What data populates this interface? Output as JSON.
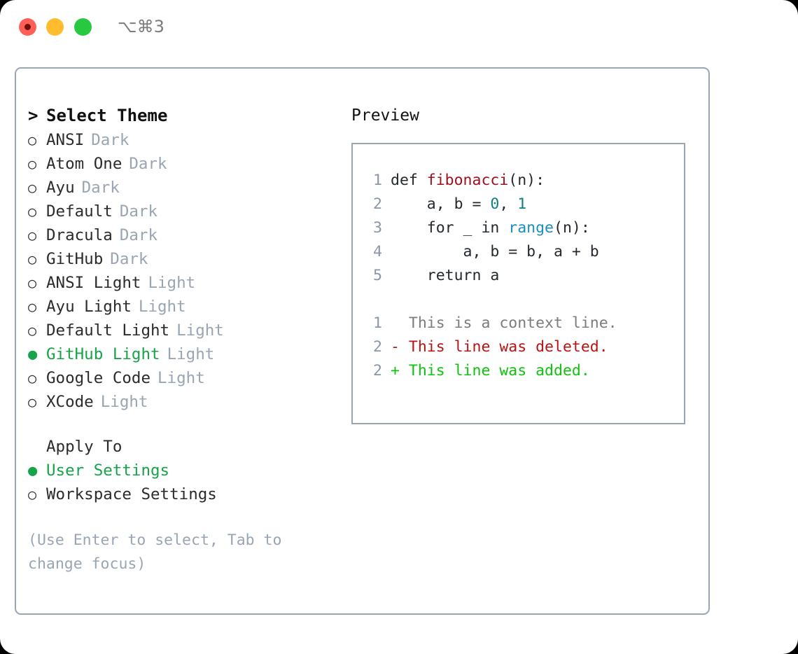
{
  "window": {
    "title": "⌥⌘3",
    "traffic_lights": [
      {
        "name": "close",
        "color": "#ff5f57"
      },
      {
        "name": "minimize",
        "color": "#febc2e"
      },
      {
        "name": "maximize",
        "color": "#28c840"
      }
    ]
  },
  "theme_picker": {
    "heading": "Select Theme",
    "heading_prefix": ">",
    "marker_selected": "●",
    "marker_unselected": "○",
    "selected_color": "#16a34a",
    "items": [
      {
        "name": "ANSI",
        "appearance": "Dark",
        "selected": false
      },
      {
        "name": "Atom One",
        "appearance": "Dark",
        "selected": false
      },
      {
        "name": "Ayu",
        "appearance": "Dark",
        "selected": false
      },
      {
        "name": "Default",
        "appearance": "Dark",
        "selected": false
      },
      {
        "name": "Dracula",
        "appearance": "Dark",
        "selected": false
      },
      {
        "name": "GitHub",
        "appearance": "Dark",
        "selected": false
      },
      {
        "name": "ANSI Light",
        "appearance": "Light",
        "selected": false
      },
      {
        "name": "Ayu Light",
        "appearance": "Light",
        "selected": false
      },
      {
        "name": "Default Light",
        "appearance": "Light",
        "selected": false
      },
      {
        "name": "GitHub Light",
        "appearance": "Light",
        "selected": true
      },
      {
        "name": "Google Code",
        "appearance": "Light",
        "selected": false
      },
      {
        "name": "XCode",
        "appearance": "Light",
        "selected": false
      }
    ]
  },
  "apply_to": {
    "heading": "Apply To",
    "items": [
      {
        "name": "User Settings",
        "selected": true
      },
      {
        "name": "Workspace Settings",
        "selected": false
      }
    ]
  },
  "hint": "(Use Enter to select, Tab to change focus)",
  "preview": {
    "title": "Preview",
    "code_lines": [
      {
        "no": "1",
        "segments": [
          {
            "text": "def ",
            "cls": ""
          },
          {
            "text": "fibonacci",
            "cls": "tok-func"
          },
          {
            "text": "(n):",
            "cls": ""
          }
        ]
      },
      {
        "no": "2",
        "segments": [
          {
            "text": "    a, b = ",
            "cls": ""
          },
          {
            "text": "0",
            "cls": "tok-num"
          },
          {
            "text": ", ",
            "cls": ""
          },
          {
            "text": "1",
            "cls": "tok-num"
          }
        ]
      },
      {
        "no": "3",
        "segments": [
          {
            "text": "    for _ in ",
            "cls": ""
          },
          {
            "text": "range",
            "cls": "tok-build"
          },
          {
            "text": "(n):",
            "cls": ""
          }
        ]
      },
      {
        "no": "4",
        "segments": [
          {
            "text": "        a, b = b, a + b",
            "cls": ""
          }
        ]
      },
      {
        "no": "5",
        "segments": [
          {
            "text": "    return a",
            "cls": ""
          }
        ]
      }
    ],
    "diff_lines": [
      {
        "no": "1",
        "text": "  This is a context line.",
        "cls": "diff-context"
      },
      {
        "no": "2",
        "text": "- This line was deleted.",
        "cls": "diff-del"
      },
      {
        "no": "2",
        "text": "+ This line was added.",
        "cls": "diff-add"
      }
    ]
  }
}
